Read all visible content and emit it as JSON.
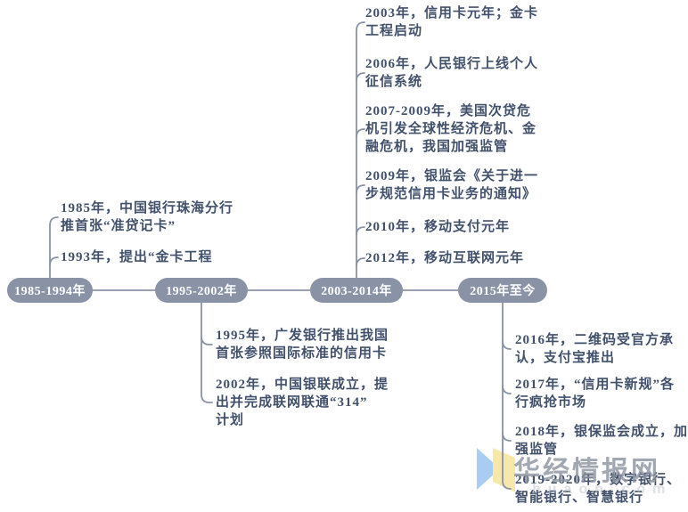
{
  "palette": {
    "node_fill": "#8A93A6",
    "line": "#8A93A6",
    "event_text": "#42516B",
    "node_text": "#FFFFFF",
    "watermark_text": "#8A929E",
    "logo_blue": "#A9CDF2",
    "logo_yellow": "#F6E8AA"
  },
  "timeline": {
    "nodes": [
      {
        "label": "1985-1994年",
        "events": [
          {
            "text": "1985年，中国银行珠海分行\n推首张“准贷记卡”"
          },
          {
            "text": "1993年，提出“金卡工程"
          }
        ]
      },
      {
        "label": "1995-2002年",
        "events": [
          {
            "text": "1995年，广发银行推出我国\n首张参照国际标准的信用卡"
          },
          {
            "text": "2002年，中国银联成立，提\n出并完成联网联通“314”\n计划"
          }
        ]
      },
      {
        "label": "2003-2014年",
        "events": [
          {
            "text": "2003年，信用卡元年；金卡\n工程启动"
          },
          {
            "text": "2006年，人民银行上线个人\n征信系统"
          },
          {
            "text": "2007-2009年，美国次贷危\n机引发全球性经济危机、金\n融危机，我国加强监管"
          },
          {
            "text": "2009年，银监会《关于进一\n步规范信用卡业务的通知》"
          },
          {
            "text": "2010年，移动支付元年"
          },
          {
            "text": "2012年，移动互联网元年"
          }
        ]
      },
      {
        "label": "2015年至今",
        "events": [
          {
            "text": "2016年，二维码受官方承\n认，支付宝推出"
          },
          {
            "text": "2017年，“信用卡新规”各\n行疯抢市场"
          },
          {
            "text": "2018年，银保监会成立，加\n强监管"
          },
          {
            "text": "2019-2020年，数字银行、\n智能银行、智慧银行"
          }
        ]
      }
    ]
  },
  "watermark": {
    "brand": "华经情报网",
    "domain": "huaon.com"
  }
}
